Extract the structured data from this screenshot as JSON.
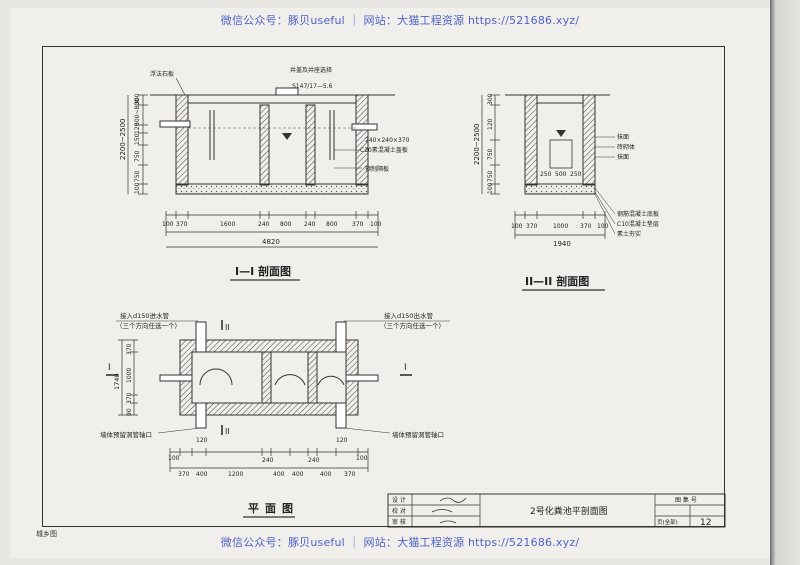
{
  "watermark": {
    "top": "微信公众号：豚贝useful ｜ 网站：大猫工程资源 https://521686.xyz/",
    "bottom": "微信公众号：豚贝useful ｜ 网站：大猫工程资源 https://521686.xyz/"
  },
  "section1": {
    "title": "I—I 剖面图",
    "note_cover": "浮法石板",
    "note_ref": "井盖及井座选择",
    "note_ref_code": "S147/17—5.6",
    "note_hole": "240×240×370",
    "note_concrete": "C20素混凝土盖板",
    "note_prefab": "预制隔板",
    "height_label": "2200~2500",
    "left_dims": [
      "300",
      "500~800",
      "120",
      "150",
      "750",
      "750",
      "100"
    ],
    "bottom_dims": [
      "100",
      "370",
      "1600",
      "240",
      "800",
      "240",
      "800",
      "370",
      "100"
    ],
    "total": "4820"
  },
  "section2": {
    "title": "II—II 剖面图",
    "height_label": "2200~2500",
    "left_dims": [
      "300",
      "120",
      "750",
      "750",
      "100"
    ],
    "inner_dims": [
      "250",
      "500",
      "250"
    ],
    "bottom_dims": [
      "100",
      "370",
      "1000",
      "370",
      "100"
    ],
    "total": "1940",
    "right_labels": [
      "抹面",
      "砖砌体",
      "抹面"
    ],
    "base_labels": [
      "钢筋混凝土底板",
      "C10混凝土垫层",
      "素土夯实"
    ]
  },
  "plan": {
    "title": "平面图",
    "pipe_left": "接入d150进水管",
    "pipe_left_sub": "（三个方向任选一个）",
    "pipe_right": "接入d150出水管",
    "pipe_right_sub": "（三个方向任选一个）",
    "wall_left": "墙体预留洞管轴口",
    "wall_right": "墙体预留洞管轴口",
    "cut_a": "I",
    "cut_b": "II",
    "left_dims": [
      "370",
      "1000",
      "370",
      "90"
    ],
    "left_total": "1740",
    "dims_120": [
      "120",
      "120"
    ],
    "bottom_dims": [
      "370",
      "400",
      "1200",
      "240",
      "400",
      "400",
      "240",
      "400",
      "370"
    ],
    "bottom_dims_100": [
      "100",
      "100"
    ]
  },
  "titleblock": {
    "row1": "设 计",
    "row2": "校 对",
    "row3": "审 核",
    "title": "2号化粪池平剖面图",
    "sheet_label": "图 集 号",
    "page_label": "页(全部)",
    "page": "12"
  },
  "corner_note": "城乡图"
}
